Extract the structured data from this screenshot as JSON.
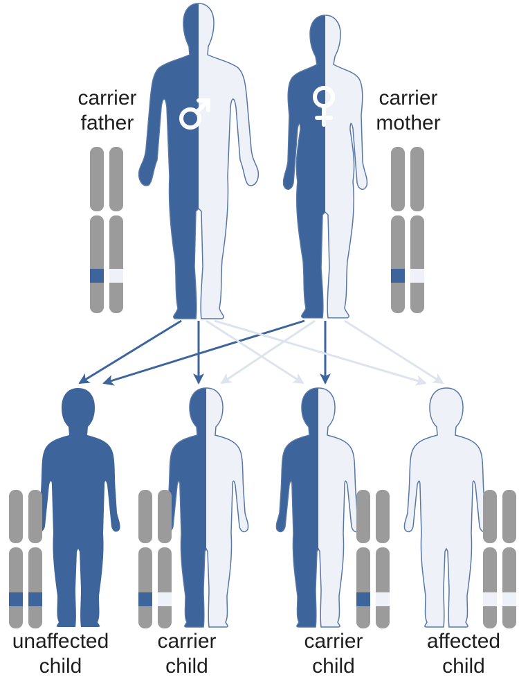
{
  "colors": {
    "dominant": "#3d659c",
    "recessive": "#eef2f8",
    "outline": "#5576a6",
    "chromosome": "#9b9b9b",
    "arrow_dark": "#3d659c",
    "arrow_light": "#dde4ee"
  },
  "parents": {
    "father": {
      "label_line1": "carrier",
      "label_line2": "father",
      "symbol": "male-symbol-icon",
      "alleles": [
        "dominant",
        "recessive"
      ]
    },
    "mother": {
      "label_line1": "carrier",
      "label_line2": "mother",
      "symbol": "female-symbol-icon",
      "alleles": [
        "dominant",
        "recessive"
      ]
    }
  },
  "children": [
    {
      "label_line1": "unaffected",
      "label_line2": "child",
      "alleles": [
        "dominant",
        "dominant"
      ]
    },
    {
      "label_line1": "carrier",
      "label_line2": "child",
      "alleles": [
        "dominant",
        "recessive"
      ]
    },
    {
      "label_line1": "carrier",
      "label_line2": "child",
      "alleles": [
        "dominant",
        "recessive"
      ]
    },
    {
      "label_line1": "affected",
      "label_line2": "child",
      "alleles": [
        "recessive",
        "recessive"
      ]
    }
  ]
}
